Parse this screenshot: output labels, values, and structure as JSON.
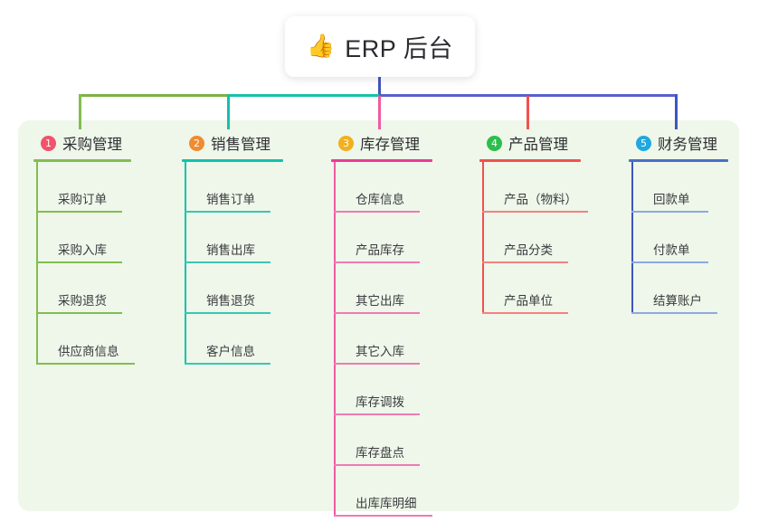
{
  "diagram": {
    "type": "mind-map",
    "title": "ERP 后台",
    "background_color": "#ffffff",
    "panel_color": "#eef7ea"
  },
  "root": {
    "emoji": "👍",
    "emoji_name": "thumbs-up-icon",
    "label": "ERP 后台",
    "stem_color": "#4055c0"
  },
  "bus": {
    "segments": [
      {
        "name": "bus-green",
        "color": "#7cb342"
      },
      {
        "name": "bus-teal",
        "color": "#12c2ac"
      },
      {
        "name": "bus-purple",
        "color": "#5a5fd0"
      }
    ]
  },
  "branches": [
    {
      "index": "1",
      "title": "采购管理",
      "badge_color": "#f2526b",
      "line_color": "#82bd4f",
      "rule_color": "#82bd4f",
      "drop_color": "#82bd4f",
      "items": [
        {
          "label": "采购订单",
          "width": 78
        },
        {
          "label": "采购入库",
          "width": 78
        },
        {
          "label": "采购退货",
          "width": 78
        },
        {
          "label": "供应商信息",
          "width": 92
        }
      ]
    },
    {
      "index": "2",
      "title": "销售管理",
      "badge_color": "#f08b30",
      "line_color": "#3ac6b4",
      "rule_color": "#12c2ac",
      "drop_color": "#12c2ac",
      "items": [
        {
          "label": "销售订单",
          "width": 78
        },
        {
          "label": "销售出库",
          "width": 78
        },
        {
          "label": "销售退货",
          "width": 78
        },
        {
          "label": "客户信息",
          "width": 78
        }
      ]
    },
    {
      "index": "3",
      "title": "库存管理",
      "badge_color": "#f2b01e",
      "line_color": "#ef7bb3",
      "rule_color": "#ec3a96",
      "drop_color": "#ef5ba1",
      "items": [
        {
          "label": "仓库信息",
          "width": 78
        },
        {
          "label": "产品库存",
          "width": 78
        },
        {
          "label": "其它出库",
          "width": 78
        },
        {
          "label": "其它入库",
          "width": 78
        },
        {
          "label": "库存调拨",
          "width": 78
        },
        {
          "label": "库存盘点",
          "width": 78
        },
        {
          "label": "出库库明细",
          "width": 92
        }
      ]
    },
    {
      "index": "4",
      "title": "产品管理",
      "badge_color": "#2bbe4e",
      "line_color": "#f4817f",
      "rule_color": "#f2514f",
      "drop_color": "#f2514f",
      "items": [
        {
          "label": "产品（物料）",
          "width": 100
        },
        {
          "label": "产品分类",
          "width": 78
        },
        {
          "label": "产品单位",
          "width": 78
        }
      ]
    },
    {
      "index": "5",
      "title": "财务管理",
      "badge_color": "#1fa8e0",
      "line_color": "#8fa8e0",
      "rule_color": "#4a6fc4",
      "drop_color": "#4055c0",
      "items": [
        {
          "label": "回款单",
          "width": 68
        },
        {
          "label": "付款单",
          "width": 68
        },
        {
          "label": "结算账户",
          "width": 78
        }
      ]
    }
  ]
}
